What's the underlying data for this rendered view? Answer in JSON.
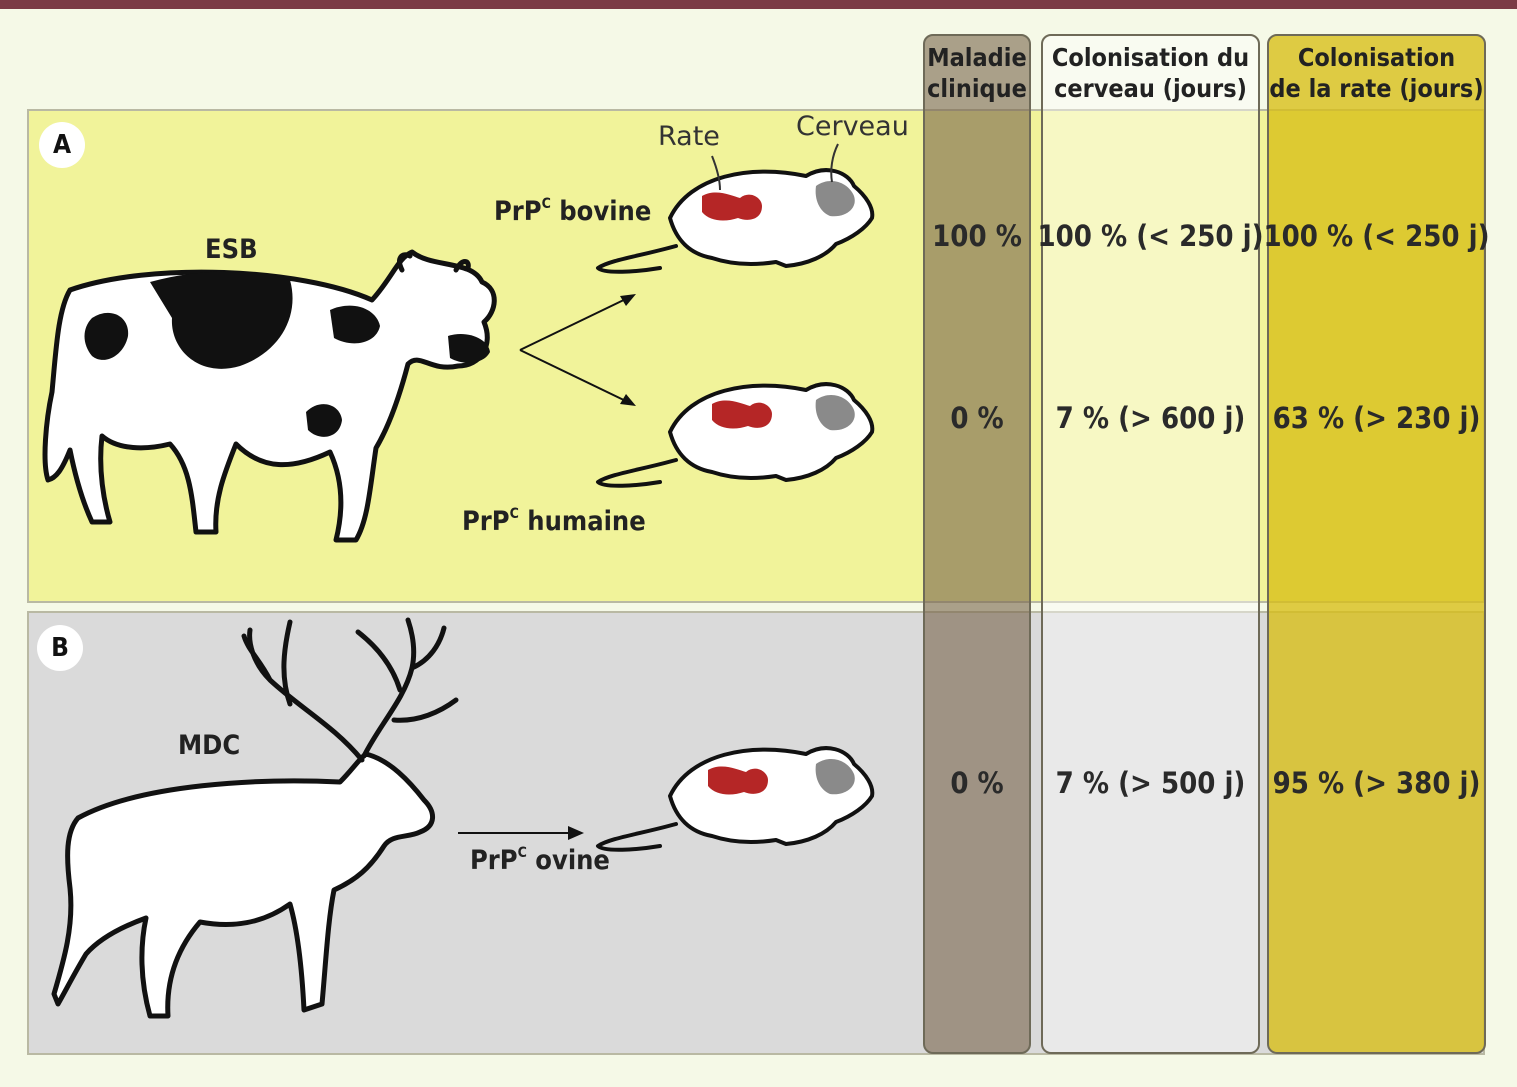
{
  "columns": {
    "clinical": {
      "line1": "Maladie",
      "line2": "clinique"
    },
    "brain": {
      "line1": "Colonisation du",
      "line2": "cerveau (jours)"
    },
    "spleen": {
      "line1": "Colonisation",
      "line2": "de la rate (jours)"
    }
  },
  "panel_a": {
    "marker": "A",
    "source_label": "ESB",
    "organ_spleen": "Rate",
    "organ_brain": "Cerveau",
    "prp": "PrP",
    "prp_sup": "C",
    "row1": {
      "label_suffix": "bovine",
      "clinical": "100 %",
      "brain": "100 % (< 250 j)",
      "spleen": "100 % (< 250 j)"
    },
    "row2": {
      "label_suffix": "humaine",
      "clinical": "0 %",
      "brain": "7 % (> 600 j)",
      "spleen": "63 % (> 230 j)"
    }
  },
  "panel_b": {
    "marker": "B",
    "source_label": "MDC",
    "prp": "PrP",
    "prp_sup": "C",
    "row1": {
      "label_suffix": "ovine",
      "clinical": "0 %",
      "brain": "7 % (> 500 j)",
      "spleen": "95 % (> 380 j)"
    }
  },
  "colors": {
    "spleen_organ": "#b52626",
    "brain_organ": "#8a8a8a",
    "panel_a": "#f1f39a",
    "panel_b": "#dadada",
    "top_bar": "#7b3b45"
  }
}
